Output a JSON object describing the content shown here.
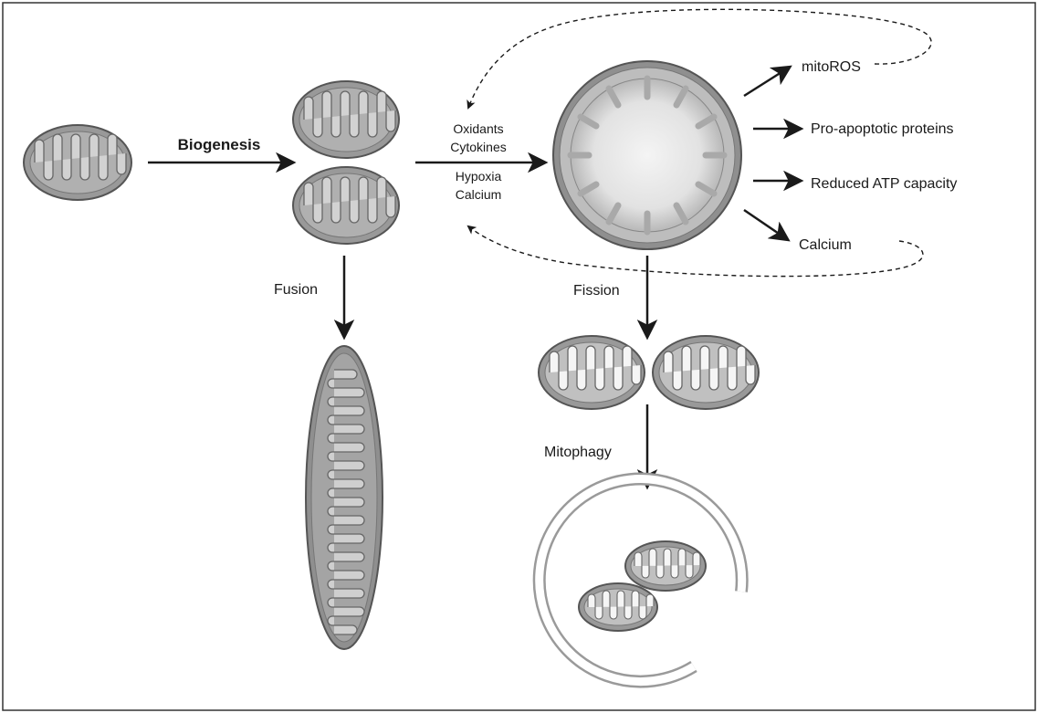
{
  "labels": {
    "biogenesis": "Biogenesis",
    "fusion": "Fusion",
    "fission": "Fission",
    "mitophagy": "Mitophagy",
    "stimuli": [
      "Oxidants",
      "Cytokines",
      "Hypoxia",
      "Calcium"
    ],
    "outputs": {
      "mitoros": "mitoROS",
      "pro_apoptotic": "Pro-apoptotic proteins",
      "reduced_atp": "Reduced ATP capacity",
      "calcium": "Calcium"
    }
  },
  "colors": {
    "membrane": "#8a8a8a",
    "membrane_light": "#bdbdbd",
    "matrix": "#a3a3a3",
    "cristae_fill": "#d4d4d4",
    "line": "#1a1a1a",
    "swollen_core": "#e8e8e8"
  }
}
